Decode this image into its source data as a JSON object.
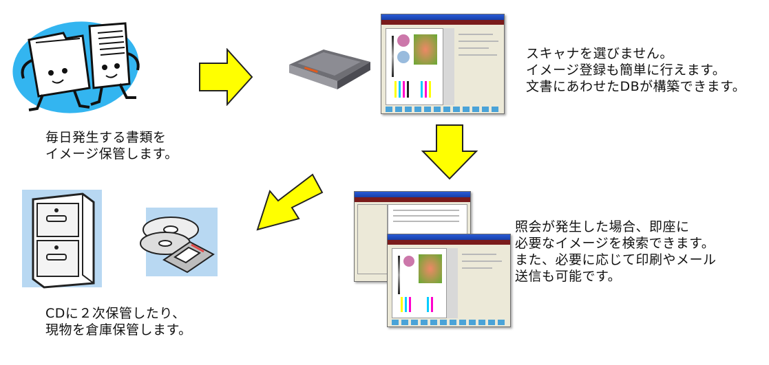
{
  "steps": {
    "capture": {
      "caption": "毎日発生する書類を\nイメージ保管します。"
    },
    "scan": {
      "caption": "スキャナを選びません。\nイメージ登録も簡単に行えます。\n文書にあわせたDBが構築できます。"
    },
    "search": {
      "caption": "照会が発生した場合、即座に\n必要なイメージを検索できます。\nまた、必要に応じて印刷やメール\n送信も可能です。"
    },
    "archive": {
      "caption": "CDに２次保管したり、\n現物を倉庫保管します。"
    }
  },
  "icons": {
    "documents": "folder-and-paper-characters-icon",
    "scanner": "flatbed-scanner-icon",
    "app_single": "imaging-app-window-icon",
    "app_stack": "imaging-app-windows-stacked-icon",
    "cabinet": "filing-cabinet-icon",
    "media": "cd-and-floppy-disk-icon",
    "arrow": "yellow-arrow-icon"
  },
  "colors": {
    "arrow_fill": "#ffff00",
    "arrow_stroke": "#222222",
    "splash_blue": "#33b5f0",
    "panel_blue": "#b8d8f2",
    "app_header": "#7a1b1b"
  }
}
